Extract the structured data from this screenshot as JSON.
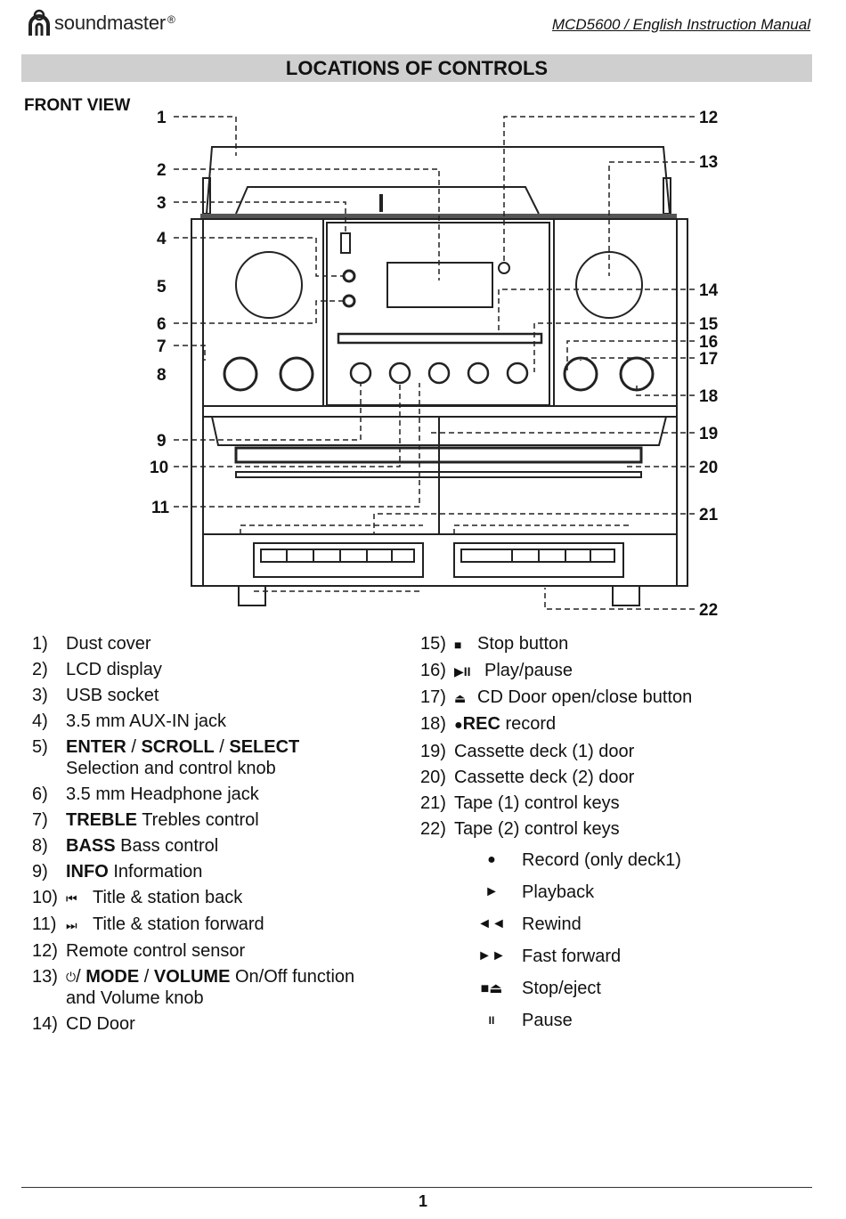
{
  "header": {
    "brand": "soundmaster",
    "brand_mark": "®",
    "doc_ref": "MCD5600 / English Instruction Manual"
  },
  "title": "LOCATIONS OF CONTROLS",
  "section": "FRONT VIEW",
  "callouts": [
    "1",
    "2",
    "3",
    "4",
    "5",
    "6",
    "7",
    "8",
    "9",
    "10",
    "11",
    "12",
    "13",
    "14",
    "15",
    "16",
    "17",
    "18",
    "19",
    "20",
    "21",
    "22"
  ],
  "controls_left": [
    {
      "num": "1)",
      "text": "Dust cover"
    },
    {
      "num": "2)",
      "text": "LCD display"
    },
    {
      "num": "3)",
      "text": "USB socket"
    },
    {
      "num": "4)",
      "text": "3.5 mm AUX-IN jack"
    },
    {
      "num": "5)",
      "bold1": "ENTER",
      "sep1": " / ",
      "bold2": "SCROLL",
      "sep2": " / ",
      "bold3": "SELECT",
      "line2": "Selection and control knob"
    },
    {
      "num": "6)",
      "text": "3.5 mm Headphone jack"
    },
    {
      "num": "7)",
      "bold": "TREBLE",
      "text": " Trebles control"
    },
    {
      "num": "8)",
      "bold": "BASS",
      "text": " Bass control"
    },
    {
      "num": "9)",
      "bold": "INFO",
      "text": " Information"
    },
    {
      "num": "10)",
      "icon": "⏮",
      "text": "Title & station back"
    },
    {
      "num": "11)",
      "icon": "⏭",
      "text": "Title & station forward"
    },
    {
      "num": "12)",
      "text": "Remote control sensor"
    },
    {
      "num": "13)",
      "icon": "⏻",
      "sep0": "/ ",
      "bold1": "MODE",
      "sep1": " / ",
      "bold2": "VOLUME",
      "text": " On/Off function",
      "line2": "and Volume knob"
    },
    {
      "num": "14)",
      "text": "CD Door"
    }
  ],
  "controls_right": [
    {
      "num": "15)",
      "icon": "■",
      "text": "Stop button"
    },
    {
      "num": "16)",
      "icon": "▶II",
      "text": "Play/pause"
    },
    {
      "num": "17)",
      "icon": "⏏",
      "text": "CD Door open/close button"
    },
    {
      "num": "18)",
      "icon": "●",
      "bold": "REC",
      "text": " record"
    },
    {
      "num": "19)",
      "text": "Cassette deck (1) door"
    },
    {
      "num": "20)",
      "text": "Cassette deck (2) door"
    },
    {
      "num": "21)",
      "text": "Tape (1) control keys"
    },
    {
      "num": "22)",
      "text": "Tape (2) control keys"
    }
  ],
  "tape_keys": [
    {
      "symbol": "●",
      "label": "Record (only deck1)"
    },
    {
      "symbol": "►",
      "label": "Playback"
    },
    {
      "symbol": "◄◄",
      "label": "Rewind"
    },
    {
      "symbol": "►►",
      "label": "Fast forward"
    },
    {
      "symbol": "■⏏",
      "label": "Stop/eject"
    },
    {
      "symbol": "II",
      "label": "Pause"
    }
  ],
  "footer": {
    "page": "1"
  }
}
